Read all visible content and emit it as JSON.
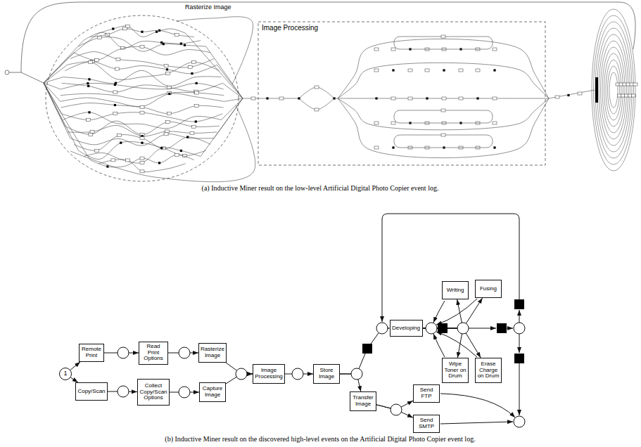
{
  "diagram": {
    "nodes": [
      {
        "text": [
          "1"
        ]
      },
      {
        "text": [
          "Remote Print"
        ]
      },
      {
        "text": [
          "Copy/Scan"
        ]
      },
      {
        "text": [
          "Read Print Options"
        ]
      },
      {
        "text": [
          "Collect Copy/Scan Options"
        ]
      },
      {
        "text": [
          "Rasterize Image"
        ]
      },
      {
        "text": [
          "Capture Image"
        ]
      },
      {
        "text": [
          "Image Processing"
        ]
      },
      {
        "text": [
          "Store Image"
        ]
      },
      {
        "text": [
          "Transfer Image"
        ]
      },
      {
        "text": [
          "Send FTP"
        ]
      },
      {
        "text": [
          "Send SMTP"
        ]
      },
      {
        "text": [
          "Developing"
        ]
      },
      {
        "text": [
          "Writing"
        ]
      },
      {
        "text": [
          "Fusing"
        ]
      },
      {
        "text": [
          "Wipe Toner on Drum"
        ]
      },
      {
        "text": [
          "Erase Charge on Drum"
        ]
      }
    ],
    "edges": [
      {
        "from": 0,
        "to": 1,
        "arrow": "to"
      },
      {
        "from": 0,
        "to": 2,
        "arrow": "to"
      },
      {
        "from": 1,
        "to": 3,
        "arrow": "to"
      },
      {
        "from": 2,
        "to": 4,
        "arrow": "to"
      },
      {
        "from": 3,
        "to": 5,
        "arrow": "to"
      },
      {
        "from": 4,
        "to": 6,
        "arrow": "to"
      },
      {
        "from": 5,
        "to": 7,
        "arrow": "to"
      },
      {
        "from": 6,
        "to": 7,
        "arrow": "to"
      },
      {
        "from": 7,
        "to": 8,
        "arrow": "to"
      },
      {
        "from": 8,
        "to": 12,
        "arrow": "to"
      },
      {
        "from": 8,
        "to": 9,
        "arrow": "to"
      },
      {
        "from": 9,
        "to": 10,
        "arrow": "to"
      },
      {
        "from": 9,
        "to": 11,
        "arrow": "to"
      },
      {
        "from": 12,
        "to": 13,
        "arrow": "to"
      },
      {
        "from": 12,
        "to": 14,
        "arrow": "to"
      },
      {
        "from": 12,
        "to": 15,
        "arrow": "to"
      },
      {
        "from": 12,
        "to": 16,
        "arrow": "to"
      }
    ],
    "labels": [
      "Rasterize Image",
      "Image Processing",
      "(a) Inductive Miner result on the low-level Artificial Digital Photo Copier event log.",
      "(b) Inductive Miner result on the discovered high-level events on the Artificial Digital Photo Copier event log."
    ]
  }
}
